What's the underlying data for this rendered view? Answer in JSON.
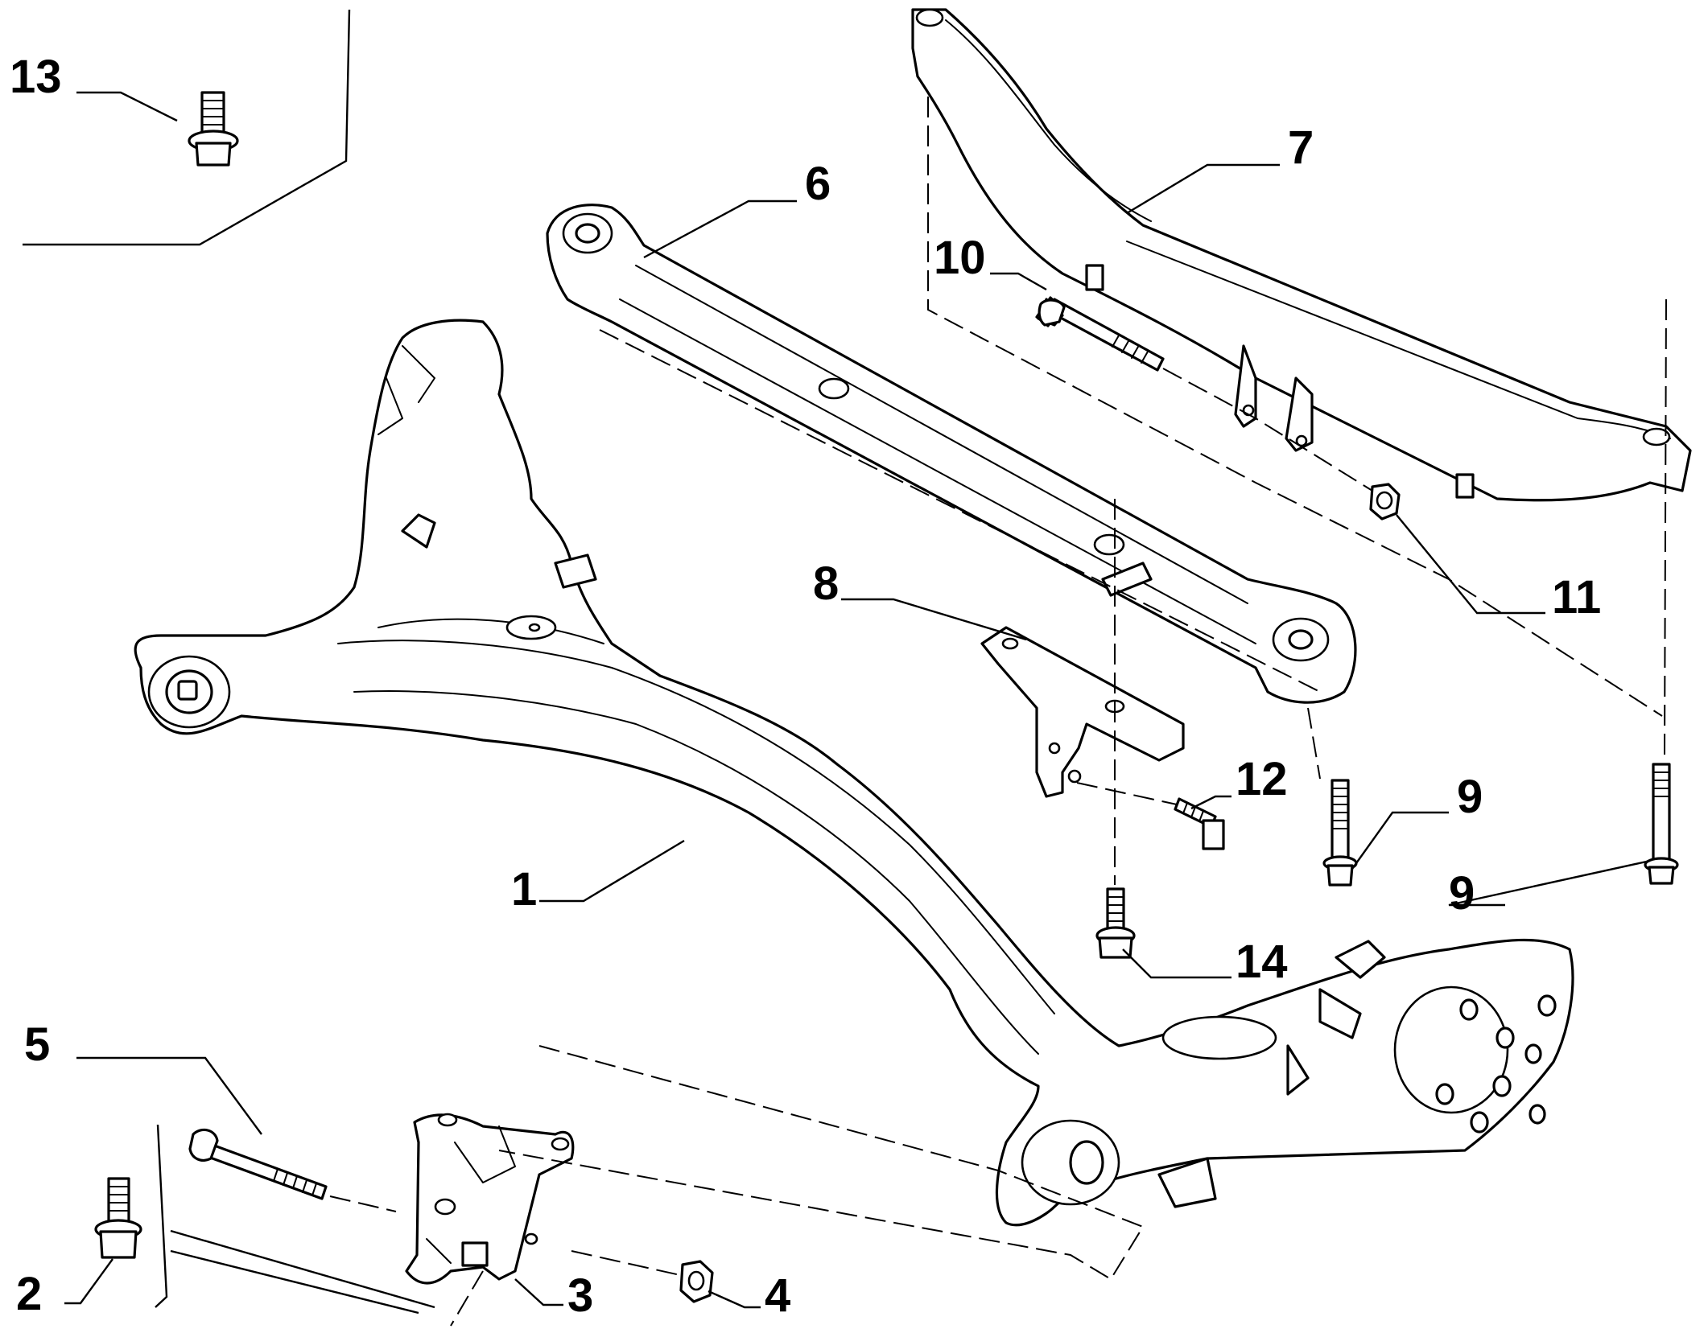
{
  "diagram": {
    "callouts": [
      {
        "id": "c13",
        "label": "13"
      },
      {
        "id": "c6",
        "label": "6"
      },
      {
        "id": "c7",
        "label": "7"
      },
      {
        "id": "c10",
        "label": "10"
      },
      {
        "id": "c11",
        "label": "11"
      },
      {
        "id": "c8",
        "label": "8"
      },
      {
        "id": "c12",
        "label": "12"
      },
      {
        "id": "c9a",
        "label": "9"
      },
      {
        "id": "c9b",
        "label": "9"
      },
      {
        "id": "c1",
        "label": "1"
      },
      {
        "id": "c14",
        "label": "14"
      },
      {
        "id": "c5",
        "label": "5"
      },
      {
        "id": "c2",
        "label": "2"
      },
      {
        "id": "c3",
        "label": "3"
      },
      {
        "id": "c4",
        "label": "4"
      }
    ]
  }
}
